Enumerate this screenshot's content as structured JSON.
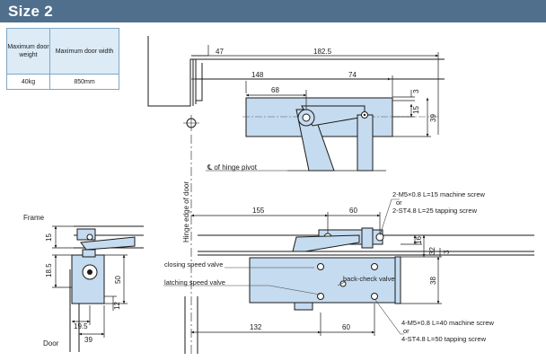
{
  "header": {
    "title": "Size 2",
    "background": "#4f6f8c"
  },
  "spec_table": {
    "headers": [
      "Maximum door weight",
      "Maximum door width"
    ],
    "values": [
      "40kg",
      "850mm"
    ]
  },
  "colors": {
    "part_fill": "#c5dbef",
    "line": "#1a1a1a",
    "leader": "#444444"
  },
  "top_view": {
    "dims": {
      "overall": "47",
      "span": "182.5",
      "hinge_offset": "148",
      "arm": "74",
      "body": "68",
      "thick": "3",
      "h15": "15",
      "h39": "39"
    },
    "hinge_label": "℄ of hinge pivot"
  },
  "front_view": {
    "dims": {
      "d155": "155",
      "d60_top": "60",
      "d3": "3",
      "d16": "16",
      "d32": "32",
      "d38": "38",
      "d132": "132",
      "d60_bottom": "60"
    },
    "hinge_edge_label": "Hinge edge of door",
    "labels": {
      "screw_top_1": "2-M5×0.8 L=15 machine screw",
      "screw_top_or": "or",
      "screw_top_2": "2-ST4.8 L=25 tapping screw",
      "closing_speed": "closing speed valve",
      "latching_speed": "latching speed valve",
      "back_check": "back-check valve",
      "screw_bottom_1": "4-M5×0.8 L=40 machine screw",
      "screw_bottom_or": "or",
      "screw_bottom_2": "4-ST4.8 L=50 tapping screw"
    }
  },
  "side_view": {
    "frame_label": "Frame",
    "door_label": "Door",
    "dims": {
      "d15": "15",
      "d18_5": "18.5",
      "d50": "50",
      "d12": "12",
      "d19_5": "19.5",
      "d39": "39"
    }
  }
}
